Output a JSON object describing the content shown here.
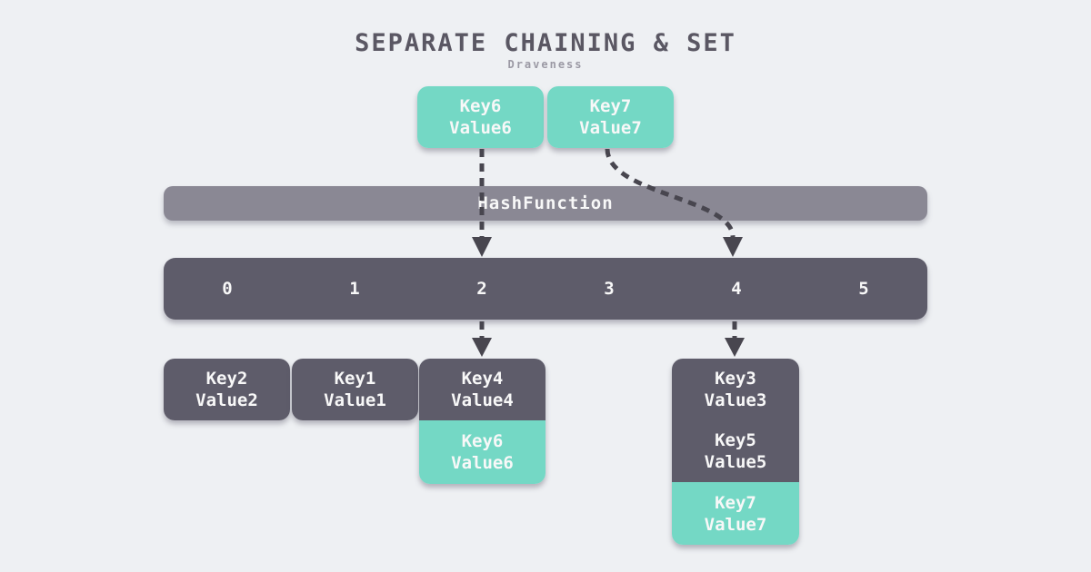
{
  "header": {
    "title": "SEPARATE CHAINING & SET",
    "subtitle": "Draveness"
  },
  "incoming_keys": [
    {
      "key": "Key6",
      "value": "Value6"
    },
    {
      "key": "Key7",
      "value": "Value7"
    }
  ],
  "hash_bar": {
    "label": "HashFunction"
  },
  "buckets": [
    "0",
    "1",
    "2",
    "3",
    "4",
    "5"
  ],
  "chains": [
    {
      "bucket": "0",
      "entries": [
        {
          "key": "Key2",
          "value": "Value2",
          "highlight": false
        }
      ]
    },
    {
      "bucket": "1",
      "entries": [
        {
          "key": "Key1",
          "value": "Value1",
          "highlight": false
        }
      ]
    },
    {
      "bucket": "2",
      "entries": [
        {
          "key": "Key4",
          "value": "Value4",
          "highlight": false
        },
        {
          "key": "Key6",
          "value": "Value6",
          "highlight": true
        }
      ]
    },
    {
      "bucket": "4",
      "entries": [
        {
          "key": "Key3",
          "value": "Value3",
          "highlight": false
        },
        {
          "key": "Key5",
          "value": "Value5",
          "highlight": false
        },
        {
          "key": "Key7",
          "value": "Value7",
          "highlight": true
        }
      ]
    }
  ],
  "colors": {
    "background": "#eef0f3",
    "node-dark": "#5e5c6a",
    "node-teal": "#74d8c5",
    "hash-bar": "#8a8894",
    "arrow": "#48464f",
    "title-text": "#5a5763",
    "subtitle-text": "#9b99a4",
    "node-text": "#f8f8f8"
  }
}
